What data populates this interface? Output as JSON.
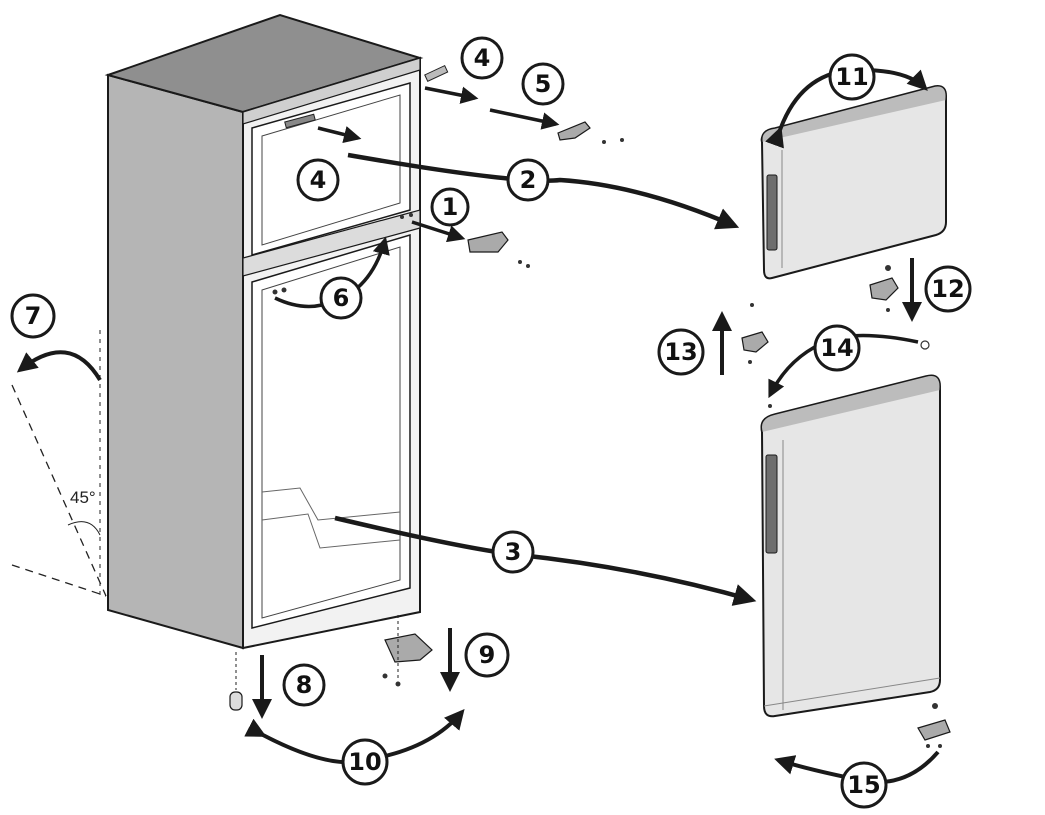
{
  "diagram": {
    "angle_label": "45°",
    "callouts": [
      {
        "id": "c1",
        "label": "1"
      },
      {
        "id": "c2",
        "label": "2"
      },
      {
        "id": "c3",
        "label": "3"
      },
      {
        "id": "c4a",
        "label": "4"
      },
      {
        "id": "c4b",
        "label": "4"
      },
      {
        "id": "c5",
        "label": "5"
      },
      {
        "id": "c6",
        "label": "6"
      },
      {
        "id": "c7",
        "label": "7"
      },
      {
        "id": "c8",
        "label": "8"
      },
      {
        "id": "c9",
        "label": "9"
      },
      {
        "id": "c10",
        "label": "10"
      },
      {
        "id": "c11",
        "label": "11"
      },
      {
        "id": "c12",
        "label": "12"
      },
      {
        "id": "c13",
        "label": "13"
      },
      {
        "id": "c14",
        "label": "14"
      },
      {
        "id": "c15",
        "label": "15"
      }
    ],
    "colors": {
      "line": "#1a1a1a",
      "cabinet_side": "#b5b5b5",
      "cabinet_top": "#8f8f8f",
      "door_face": "#e6e6e6",
      "door_edge": "#9a9a9a",
      "handle": "#6e6e6e"
    }
  }
}
